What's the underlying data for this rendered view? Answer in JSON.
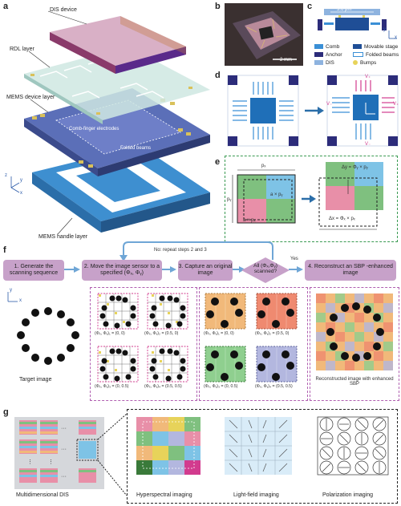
{
  "panels": {
    "a": {
      "label": "a",
      "layers": [
        "DIS device",
        "RDL layer",
        "MEMS device layer",
        "MEMS handle layer"
      ],
      "annotations": [
        "Comb-finger electrodes",
        "Folded beams"
      ],
      "axes": [
        "z",
        "y",
        "x"
      ]
    },
    "b": {
      "label": "b",
      "scale": "2 mm"
    },
    "c": {
      "label": "c",
      "scale": "3.6 μm",
      "axes": [
        "y",
        "x"
      ],
      "legend": [
        {
          "name": "Comb",
          "color": "#3a8fd6"
        },
        {
          "name": "Movable stage",
          "color": "#1f4e96"
        },
        {
          "name": "Anchor",
          "color": "#2c2c7a"
        },
        {
          "name": "Folded beams",
          "color": "#3a8fd6"
        },
        {
          "name": "DIS",
          "color": "#8eb3df"
        },
        {
          "name": "Bumps",
          "color": "#e7d35a"
        }
      ]
    },
    "d": {
      "label": "d",
      "voltages": [
        "V₊",
        "V₋",
        "V₊",
        "V₋"
      ],
      "axes": [
        "y",
        "x"
      ]
    },
    "e": {
      "label": "e",
      "px": "pₓ",
      "py": "pᵧ",
      "a_px": "a × pₓ",
      "a_py": "a × pᵧ",
      "dy": "Δy = Φᵧ × pᵧ",
      "dx": "Δx = Φₓ × pₓ"
    },
    "f": {
      "label": "f",
      "steps": [
        "1. Generate the scanning sequence",
        "2. Move the image sensor to a specified (Φₓ, Φᵧ)",
        "3. Capture an original image",
        "All (Φₓ,Φᵧ) scanned?",
        "4. Reconstruct an SBP -enhanced image"
      ],
      "loop_label": "No: repeat steps 2 and 3",
      "yes_label": "Yes",
      "target_label": "Target image",
      "recon_label": "Reconstructed image with enhanced SBP",
      "positions": [
        "(Φₓ, Φᵧ)₁ = (0, 0)",
        "(Φₓ, Φᵧ)₂ = (0.5, 0)",
        "(Φₓ, Φᵧ)₃ = (0, 0.5)",
        "(Φₓ, Φᵧ)₄ = (0.5, 0.5)"
      ],
      "axes": [
        "y",
        "x"
      ]
    },
    "g": {
      "label": "g",
      "left_label": "Multidimensional DIS",
      "modes": [
        "Hyperspectral imaging",
        "Light-field imaging",
        "Polarization imaging"
      ]
    }
  },
  "colors": {
    "flow_box": "#c7a1c9",
    "arrow": "#6fa6d6",
    "green_dash": "#3a9a52",
    "magenta_dash": "#b05fb0",
    "cell_green": "#7fc07f",
    "cell_blue": "#7ec3e6",
    "cell_pink": "#e88fa8",
    "cell_orange": "#f1b97a",
    "cell_red": "#ef8a70",
    "cell_lav": "#b3b7df"
  }
}
